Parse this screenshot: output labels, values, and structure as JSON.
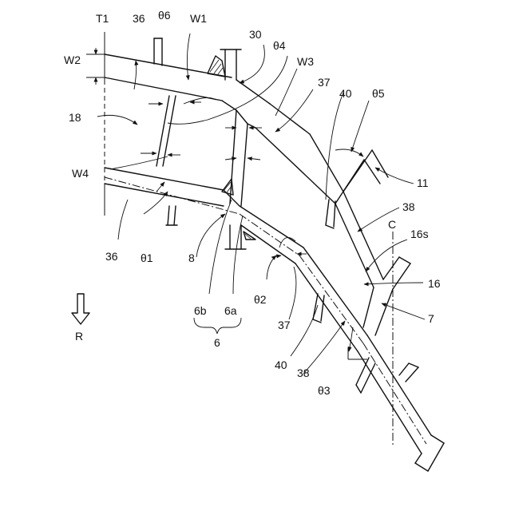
{
  "labels": {
    "T1": "T1",
    "n36_top": "36",
    "theta6": "θ6",
    "W1": "W1",
    "n30": "30",
    "theta4": "θ4",
    "W3": "W3",
    "W2": "W2",
    "n37_top": "37",
    "n40_top": "40",
    "theta5": "θ5",
    "n18": "18",
    "W4": "W4",
    "n11": "11",
    "n38_top": "38",
    "C": "C",
    "n16s": "16s",
    "n36_bot": "36",
    "theta1": "θ1",
    "n8": "8",
    "n16": "16",
    "theta2": "θ2",
    "n7": "7",
    "R": "R",
    "n6b": "6b",
    "n6a": "6a",
    "n37_bot": "37",
    "n6": "6",
    "n40_bot": "40",
    "n38_bot": "38",
    "theta3": "θ3"
  }
}
